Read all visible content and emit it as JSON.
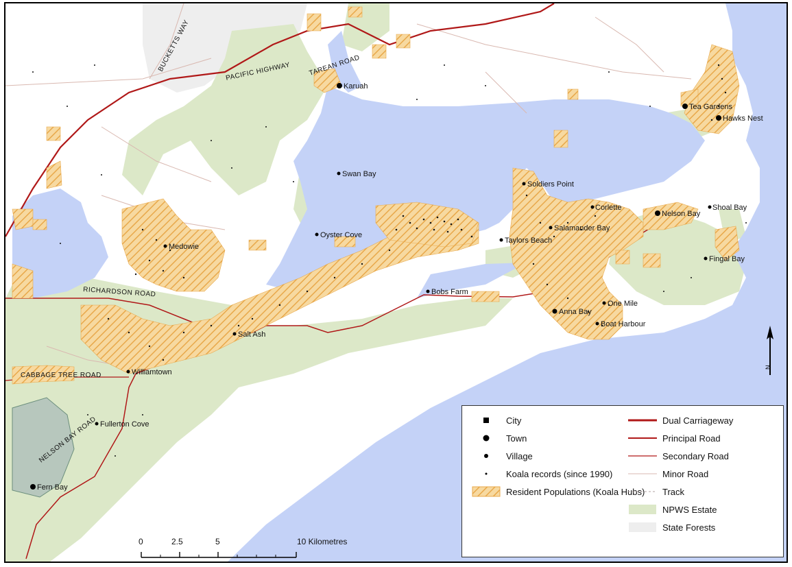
{
  "places": {
    "karuah": "Karuah",
    "tea_gardens": "Tea Gardens",
    "hawks_nest": "Hawks Nest",
    "swan_bay": "Swan Bay",
    "soldiers_point": "Soldiers Point",
    "corlette": "Corlette",
    "nelson_bay": "Nelson Bay",
    "shoal_bay": "Shoal Bay",
    "salamander_bay": "Salamander Bay",
    "oyster_cove": "Oyster Cove",
    "taylors_beach": "Taylors Beach",
    "fingal_bay": "Fingal Bay",
    "medowie": "Medowie",
    "boat_harbour": "Boat Harbour",
    "one_mile": "One Mile",
    "anna_bay": "Anna Bay",
    "bobs_farm": "Bobs Farm",
    "salt_ash": "Salt Ash",
    "williamtown": "Williamtown",
    "fullerton_cove": "Fullerton Cove",
    "fern_bay": "Fern Bay"
  },
  "roads": {
    "bucketts_way": "BUCKETTS WAY",
    "pacific_highway": "PACIFIC HIGHWAY",
    "tarean_road": "TAREAN ROAD",
    "richardson_road": "RICHARDSON ROAD",
    "cabbage_tree_road": "CABBAGE TREE ROAD",
    "nelson_bay_road": "NELSON BAY ROAD"
  },
  "legend": {
    "left": [
      {
        "label": "City",
        "symbol": "square"
      },
      {
        "label": "Town",
        "symbol": "dot-large"
      },
      {
        "label": "Village",
        "symbol": "dot-medium"
      },
      {
        "label": "Koala records (since 1990)",
        "symbol": "dot-small"
      },
      {
        "label": "Resident Populations (Koala Hubs)",
        "symbol": "hatch"
      }
    ],
    "right": [
      {
        "label": "Dual Carriageway",
        "symbol": "line-thick"
      },
      {
        "label": "Principal Road",
        "symbol": "line-medium"
      },
      {
        "label": "Secondary Road",
        "symbol": "line-thin"
      },
      {
        "label": "Minor Road",
        "symbol": "line-minor"
      },
      {
        "label": "Track",
        "symbol": "line-dashed"
      },
      {
        "label": "NPWS Estate",
        "symbol": "fill-green"
      },
      {
        "label": "State Forests",
        "symbol": "fill-grey"
      }
    ]
  },
  "scale": {
    "ticks": [
      "0",
      "2.5",
      "5",
      "10 Kilometres"
    ]
  },
  "north": {
    "label": "N"
  },
  "colors": {
    "water": "#c4d2f7",
    "npws": "#dce8c8",
    "state_forest": "#eeeeee",
    "hub_fill": "#f7d9a0",
    "hub_hatch": "#e8a84a",
    "road_main": "#b01818",
    "inland_water": "#b7c7bd"
  }
}
